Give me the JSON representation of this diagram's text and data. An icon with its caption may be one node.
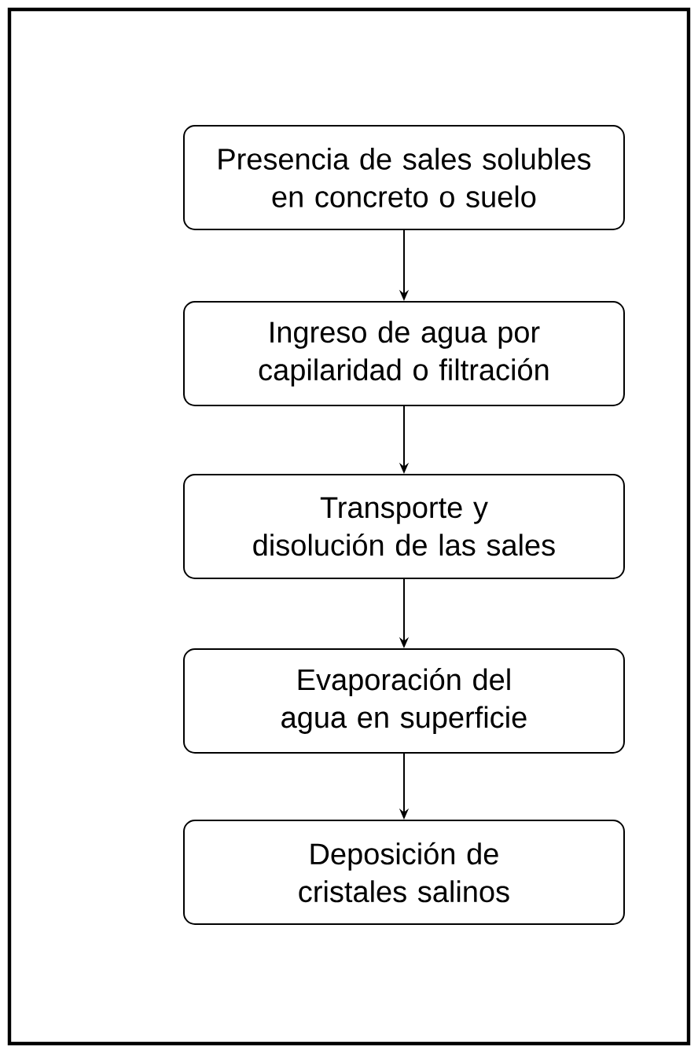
{
  "diagram": {
    "nodes": [
      {
        "text": [
          "Presencia de sales solubles en concreto o suelo"
        ]
      },
      {
        "text": [
          "Ingreso de agua por capilaridad o filtración"
        ]
      },
      {
        "text": [
          "Transporte y disolución de las sales"
        ]
      },
      {
        "text": [
          "Evaporación del agua en superficie"
        ]
      },
      {
        "text": [
          "Deposición de cristales salinos"
        ]
      }
    ],
    "edges": [
      {
        "from": 0,
        "to": 1,
        "arrow": "to"
      },
      {
        "from": 1,
        "to": 2,
        "arrow": "to"
      },
      {
        "from": 2,
        "to": 3,
        "arrow": "to"
      },
      {
        "from": 3,
        "to": 4,
        "arrow": "to"
      }
    ]
  }
}
